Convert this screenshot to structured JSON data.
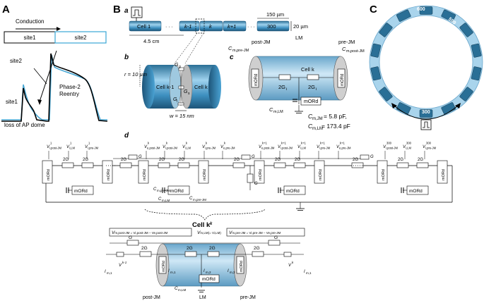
{
  "panelA": {
    "label": "A",
    "conduction": "Conduction",
    "site1_box": "site1",
    "site2_box": "site2",
    "site2_trace": "site2",
    "site1_trace": "site1",
    "phase2_line1": "Phase-2",
    "phase2_line2": "Reentry",
    "caption": "loss of AP dome"
  },
  "panelB": {
    "label": "B",
    "a": {
      "label": "a",
      "cells": [
        "Cell 1",
        "k-1",
        "k",
        "k+1",
        "300"
      ],
      "ellipsis": "· · ·",
      "length_cell": "150 µm",
      "diameter": "20 µm",
      "total_length": "4.5 cm"
    },
    "b": {
      "label": "b",
      "radius": "r = 10 µm",
      "gap": "w = 15 nm",
      "cell_left": "Cell k-1",
      "cell_right": "Cell k",
      "g_g": "G",
      "g_g_sub": "g",
      "g_s": "G",
      "g_s_sub": "s",
      "g_l": "G",
      "g_l_sub": "l"
    },
    "c": {
      "label": "c",
      "post": "post-JM",
      "lm": "LM",
      "pre": "pre-JM",
      "cm_pre": "C",
      "cm_pre_sub": "m,pre-JM",
      "cm_post": "C",
      "cm_post_sub": "m,post-JM",
      "cell_name": "Cell k",
      "two_gi": "2G",
      "two_gi_sub": "i",
      "mord": "mORd",
      "cm_lm": "C",
      "cm_lm_sub": "m,LM",
      "eq_jm": "C",
      "eq_jm_sub": "m,JM",
      "eq_jm_val": " = 5.8 pF,",
      "eq_lm": "C",
      "eq_lm_sub": "m,LM",
      "eq_lm_val": " = 173.4 pF"
    }
  },
  "panelC": {
    "label": "C",
    "cell_a": "600",
    "cell_b": "599",
    "cell_c": "300"
  },
  "panelD": {
    "label": "d",
    "v": "V",
    "labels_top": [
      {
        "sup": "1",
        "sub": "i,post-JM"
      },
      {
        "sup": "1",
        "sub": "i,LM"
      },
      {
        "sup": "1",
        "sub": "i,pre-JM"
      },
      {
        "sup": "k",
        "sub": "e,post-JM"
      },
      {
        "sup": "k",
        "sub": "i,post-JM"
      },
      {
        "sup": "k",
        "sub": "i,LM"
      },
      {
        "sup": "k",
        "sub": "i,pre-JM"
      },
      {
        "sup": "k",
        "sub": "e,pre-JM"
      },
      {
        "sup": "k+1",
        "sub": "e,post-JM"
      },
      {
        "sup": "k+1",
        "sub": "i,post-JM"
      },
      {
        "sup": "k+1",
        "sub": "i,LM"
      },
      {
        "sup": "k+1",
        "sub": "i,pre-JM"
      },
      {
        "sup": "k+1",
        "sub": "e,pre-JM"
      },
      {
        "sup": "300",
        "sub": "i,post-JM"
      },
      {
        "sup": "300",
        "sub": "i,LM"
      },
      {
        "sup": "300",
        "sub": "i,pre-JM"
      }
    ],
    "two_g": "2G",
    "mord": "mORd",
    "g": "G",
    "cm": "C",
    "cm_pre": "m,pre-JM",
    "cm_lm": "m,LM",
    "cm_post": "m,post-JM",
    "cell_k_title": "Cell k",
    "box_left": "V",
    "box_left_eq": "m,post-JM = V",
    "box_left_eq2": "i,post-JM − V",
    "box_left_end": "e,post-JM",
    "box_mid": "V",
    "box_mid_eq": "m,LM(= V",
    "box_mid_end": "i,LM)",
    "box_right_eq": "m,pre-JM = V",
    "box_right_eq2": "i,pre-JM − V",
    "box_right_end": "e,pre-JM",
    "bottom_post": "post-JM",
    "bottom_lm": "LM",
    "bottom_pre": "pre-JM",
    "i_m1": "I",
    "i_m1_sub": "m,1",
    "i_m2_sub": "m,2",
    "i_m3_sub": "m,3",
    "k_minus": "k-1",
    "k_plus": "k+1",
    "k": "k"
  }
}
